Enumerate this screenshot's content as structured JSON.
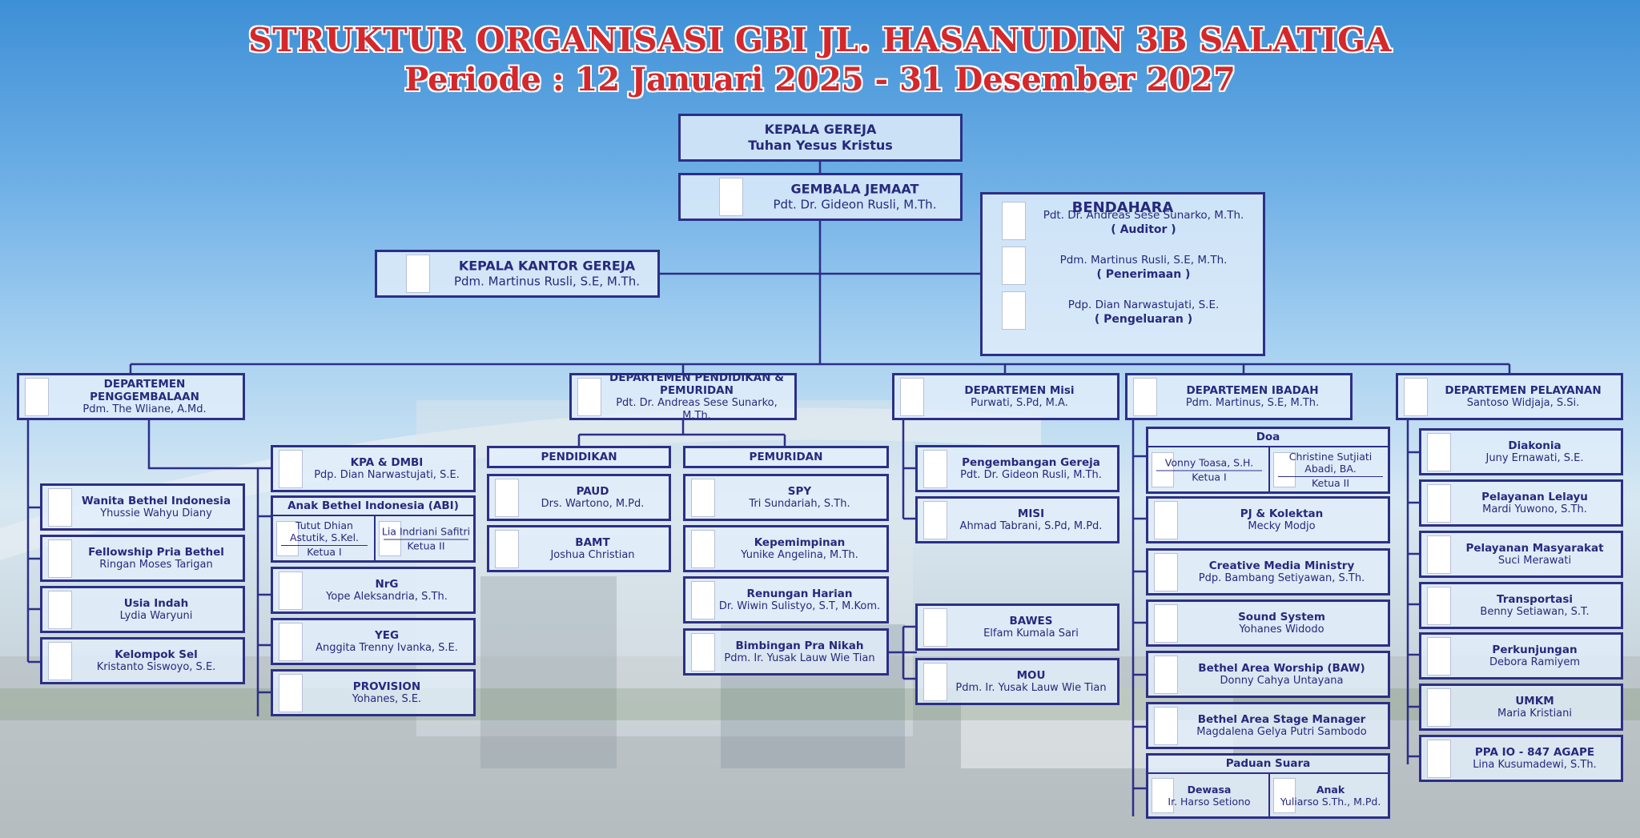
{
  "title": "STRUKTUR ORGANISASI GBI JL. HASANUDIN 3B SALATIGA",
  "period": "Periode : 12 Januari 2025 -  31 Desember 2027",
  "kepala_gereja": {
    "title": "KEPALA GEREJA",
    "name": "Tuhan Yesus Kristus"
  },
  "gembala": {
    "title": "GEMBALA JEMAAT",
    "name": "Pdt. Dr. Gideon Rusli, M.Th."
  },
  "kepala_kantor": {
    "title": "KEPALA KANTOR GEREJA",
    "name": "Pdm. Martinus Rusli, S.E, M.Th."
  },
  "bendahara": {
    "title": "BENDAHARA",
    "members": [
      {
        "name": "Pdt. Dr. Andreas Sese Sunarko, M.Th.",
        "role": "( Auditor )"
      },
      {
        "name": "Pdm. Martinus Rusli, S.E, M.Th.",
        "role": "( Penerimaan )"
      },
      {
        "name": "Pdp. Dian Narwastujati, S.E.",
        "role": "( Pengeluaran )"
      }
    ]
  },
  "dept_penggembalaan": {
    "title": "DEPARTEMEN PENGGEMBALAAN",
    "name": "Pdm. The Wliane, A.Md.",
    "left": [
      {
        "title": "Wanita Bethel Indonesia",
        "name": "Yhussie Wahyu Diany"
      },
      {
        "title": "Fellowship Pria Bethel",
        "name": "Ringan Moses Tarigan"
      },
      {
        "title": "Usia Indah",
        "name": "Lydia Waryuni"
      },
      {
        "title": "Kelompok Sel",
        "name": "Kristanto Siswoyo, S.E."
      }
    ],
    "kpa": {
      "title": "KPA & DMBI",
      "name": "Pdp. Dian Narwastujati, S.E."
    },
    "abi": {
      "title": "Anak Bethel Indonesia (ABI)",
      "k1_name": "Tutut Dhian Astutik, S.Kel.",
      "k1_role": "Ketua I",
      "k2_name": "Lia Indriani Safitri",
      "k2_role": "Ketua II"
    },
    "right": [
      {
        "title": "NrG",
        "name": "Yope Aleksandria, S.Th."
      },
      {
        "title": "YEG",
        "name": "Anggita Trenny Ivanka, S.E."
      },
      {
        "title": "PROVISION",
        "name": "Yohanes, S.E."
      }
    ]
  },
  "dept_pendidikan": {
    "title": "DEPARTEMEN PENDIDIKAN & PEMURIDAN",
    "name": "Pdt. Dr. Andreas Sese Sunarko, M.Th.",
    "pendidikan_label": "PENDIDIKAN",
    "pendidikan": [
      {
        "title": "PAUD",
        "name": "Drs. Wartono, M.Pd."
      },
      {
        "title": "BAMT",
        "name": "Joshua Christian"
      }
    ],
    "pemuridan_label": "PEMURIDAN",
    "pemuridan": [
      {
        "title": "SPY",
        "name": "Tri Sundariah, S.Th."
      },
      {
        "title": "Kepemimpinan",
        "name": "Yunike Angelina, M.Th."
      },
      {
        "title": "Renungan Harian",
        "name": "Dr. Wiwin Sulistyo, S.T, M.Kom."
      },
      {
        "title": "Bimbingan Pra Nikah",
        "name": "Pdm. Ir. Yusak Lauw Wie Tian"
      }
    ],
    "extra": [
      {
        "title": "BAWES",
        "name": "Elfam Kumala Sari"
      },
      {
        "title": "MOU",
        "name": "Pdm. Ir. Yusak Lauw Wie Tian"
      }
    ]
  },
  "dept_misi": {
    "title": "DEPARTEMEN Misi",
    "name": "Purwati, S.Pd, M.A.",
    "items": [
      {
        "title": "Pengembangan Gereja",
        "name": "Pdt. Dr. Gideon Rusli, M.Th."
      },
      {
        "title": "MISI",
        "name": "Ahmad Tabrani, S.Pd, M.Pd."
      }
    ]
  },
  "dept_ibadah": {
    "title": "DEPARTEMEN IBADAH",
    "name": "Pdm. Martinus, S.E, M.Th.",
    "doa": {
      "title": "Doa",
      "k1_name": "Vonny Toasa, S.H.",
      "k1_role": "Ketua I",
      "k2_name": "Christine Sutjiati Abadi, BA.",
      "k2_role": "Ketua II"
    },
    "items": [
      {
        "title": "PJ & Kolektan",
        "name": "Mecky Modjo"
      },
      {
        "title": "Creative Media Ministry",
        "name": "Pdp. Bambang Setiyawan, S.Th."
      },
      {
        "title": "Sound System",
        "name": "Yohanes Widodo"
      },
      {
        "title": "Bethel Area Worship (BAW)",
        "name": "Donny Cahya Untayana"
      },
      {
        "title": "Bethel Area Stage Manager",
        "name": "Magdalena Gelya Putri Sambodo"
      }
    ],
    "paduan": {
      "title": "Paduan Suara",
      "dewasa_title": "Dewasa",
      "dewasa_name": "Ir. Harso Setiono",
      "anak_title": "Anak",
      "anak_name": "Yuliarso S.Th., M.Pd."
    }
  },
  "dept_pelayanan": {
    "title": "DEPARTEMEN PELAYANAN",
    "name": "Santoso Widjaja, S.Si.",
    "items": [
      {
        "title": "Diakonia",
        "name": "Juny Ernawati, S.E."
      },
      {
        "title": "Pelayanan Lelayu",
        "name": "Mardi Yuwono, S.Th."
      },
      {
        "title": "Pelayanan Masyarakat",
        "name": "Suci Merawati"
      },
      {
        "title": "Transportasi",
        "name": "Benny Setiawan, S.T."
      },
      {
        "title": "Perkunjungan",
        "name": "Debora Ramiyem"
      },
      {
        "title": "UMKM",
        "name": "Maria Kristiani"
      },
      {
        "title": "PPA IO - 847 AGAPE",
        "name": "Lina Kusumadewi, S.Th."
      }
    ]
  }
}
